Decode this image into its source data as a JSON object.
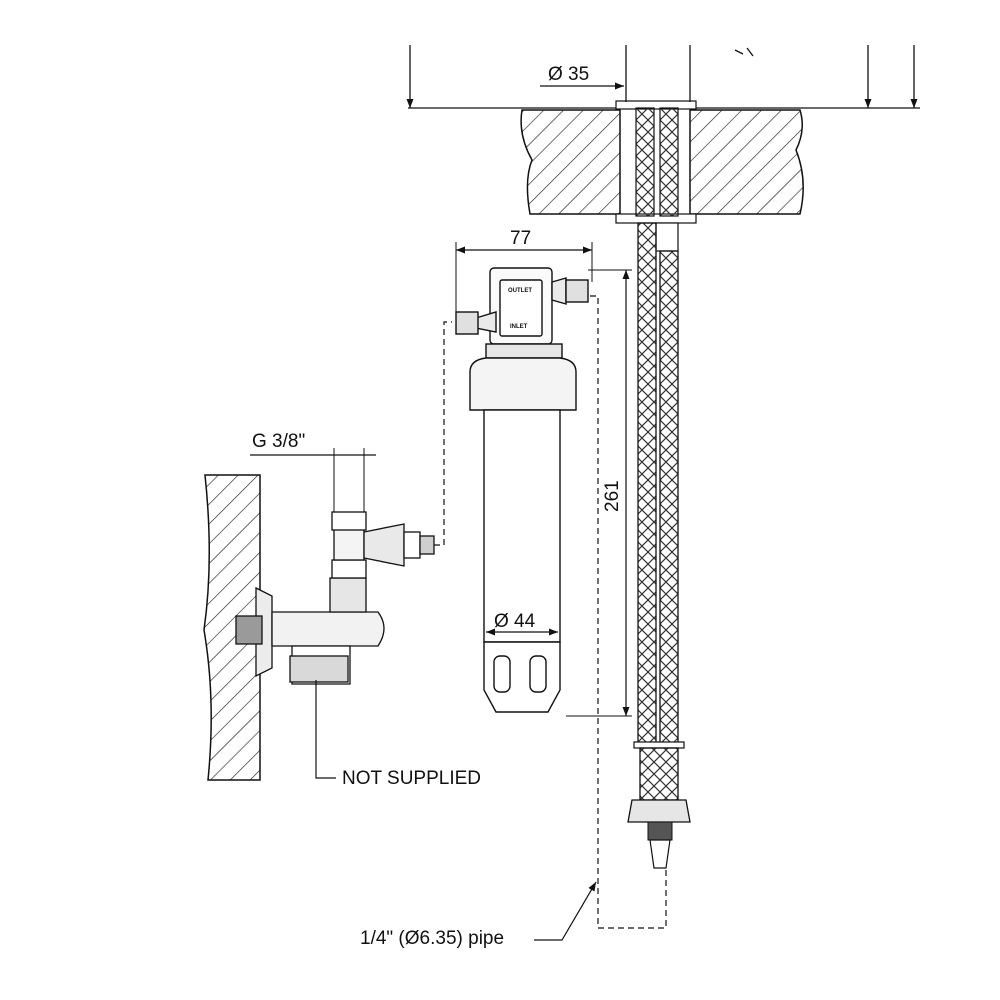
{
  "drawing": {
    "dim_counter_hole": "Ø 35",
    "dim_filter_width": "77",
    "dim_filter_height": "261",
    "dim_filter_diameter": "Ø 44",
    "dim_thread": "G 3/8\"",
    "note_not_supplied": "NOT SUPPLIED",
    "note_pipe": "1/4\" (Ø6.35) pipe",
    "head_outlet": "OUTLET",
    "head_inlet": "INLET"
  },
  "colors": {
    "line": "#1a1a1a",
    "fill_light": "#f2f2f2",
    "fill_mid": "#d9d9d9",
    "fill_dark": "#9a9a9a",
    "background": "#ffffff"
  }
}
